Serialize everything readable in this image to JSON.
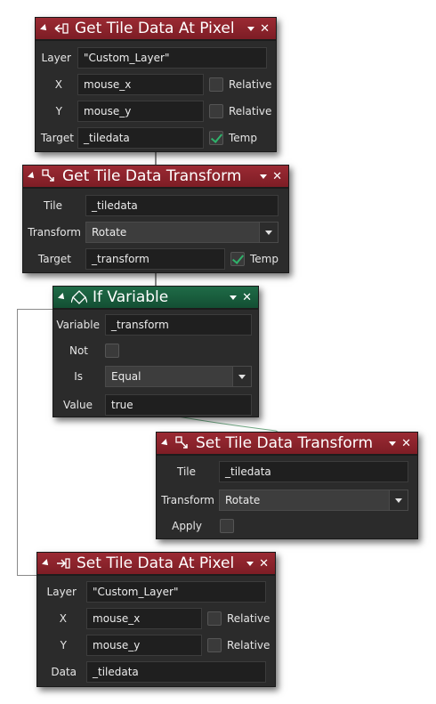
{
  "colors": {
    "header_red": "#8c232c",
    "header_green": "#176040",
    "panel_bg": "#2b2b2b",
    "field_bg": "#1f1f1f",
    "check_accent": "#2fb36b"
  },
  "panels": [
    {
      "title": "Get Tile Data At Pixel",
      "icon": "tile-get-pixel-icon",
      "fields": [
        {
          "label": "Layer",
          "value": "\"Custom_Layer\""
        },
        {
          "label": "X",
          "value": "mouse_x",
          "checkbox_label": "Relative",
          "checked": false
        },
        {
          "label": "Y",
          "value": "mouse_y",
          "checkbox_label": "Relative",
          "checked": false
        },
        {
          "label": "Target",
          "value": "_tiledata",
          "checkbox_label": "Temp",
          "checked": true
        }
      ]
    },
    {
      "title": "Get Tile Data Transform",
      "icon": "tile-transform-icon",
      "fields": [
        {
          "label": "Tile",
          "value": "_tiledata"
        },
        {
          "label": "Transform",
          "value": "Rotate"
        },
        {
          "label": "Target",
          "value": "_transform",
          "checkbox_label": "Temp",
          "checked": true
        }
      ]
    },
    {
      "title": "If Variable",
      "icon": "if-variable-icon",
      "fields": [
        {
          "label": "Variable",
          "value": "_transform"
        },
        {
          "label": "Not",
          "checked": false
        },
        {
          "label": "Is",
          "value": "Equal"
        },
        {
          "label": "Value",
          "value": "true"
        }
      ]
    },
    {
      "title": "Set Tile Data Transform",
      "icon": "tile-transform-icon",
      "fields": [
        {
          "label": "Tile",
          "value": "_tiledata"
        },
        {
          "label": "Transform",
          "value": "Rotate"
        },
        {
          "label": "Apply",
          "checked": false
        }
      ]
    },
    {
      "title": "Set Tile Data At Pixel",
      "icon": "tile-set-pixel-icon",
      "fields": [
        {
          "label": "Layer",
          "value": "\"Custom_Layer\""
        },
        {
          "label": "X",
          "value": "mouse_x",
          "checkbox_label": "Relative",
          "checked": false
        },
        {
          "label": "Y",
          "value": "mouse_y",
          "checkbox_label": "Relative",
          "checked": false
        },
        {
          "label": "Data",
          "value": "_tiledata"
        }
      ]
    }
  ]
}
